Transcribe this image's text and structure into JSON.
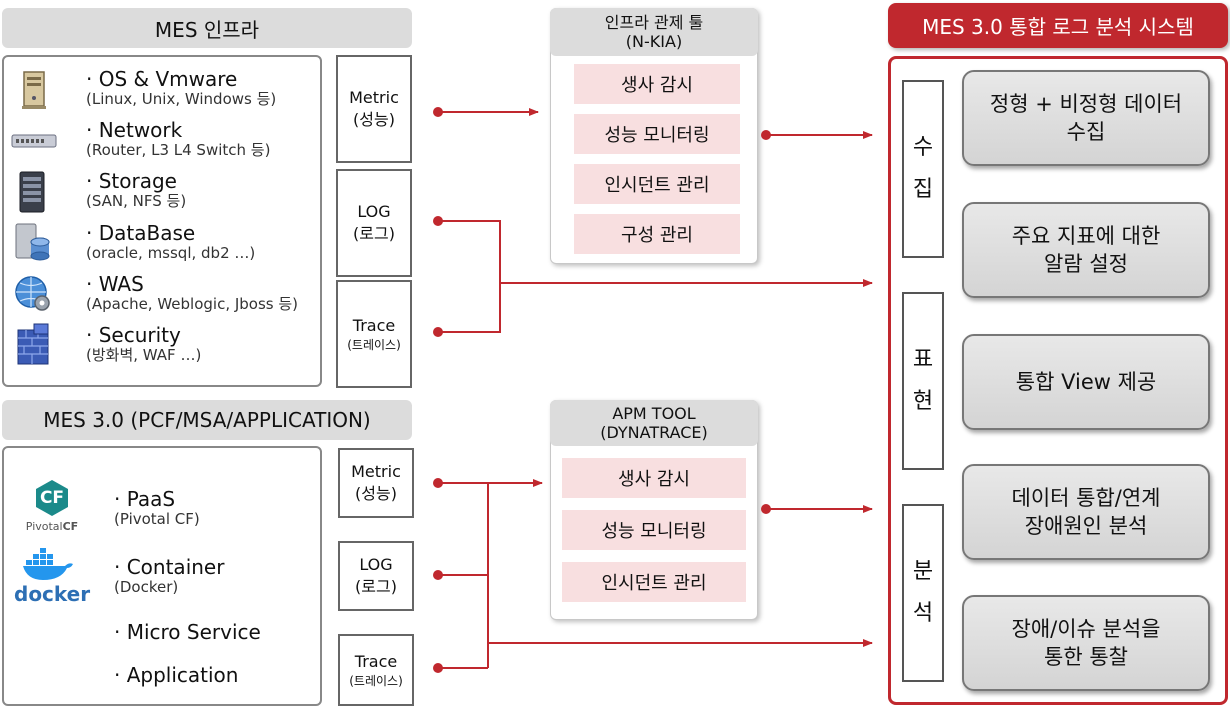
{
  "infra": {
    "title": "MES 인프라",
    "items": [
      {
        "title": "· OS & Vmware",
        "desc": "(Linux, Unix, Windows 등)",
        "icon": "server-icon"
      },
      {
        "title": "· Network",
        "desc": "(Router, L3 L4 Switch 등)",
        "icon": "network-switch-icon"
      },
      {
        "title": "· Storage",
        "desc": "(SAN, NFS 등)",
        "icon": "storage-icon"
      },
      {
        "title": "· DataBase",
        "desc": "(oracle, mssql, db2 …)",
        "icon": "database-icon"
      },
      {
        "title": "· WAS",
        "desc": "(Apache, Weblogic, Jboss 등)",
        "icon": "globe-gear-icon"
      },
      {
        "title": "· Security",
        "desc": "(방화벽, WAF …)",
        "icon": "firewall-icon"
      }
    ],
    "signals": {
      "metric": {
        "label": "Metric",
        "sub": "(성능)"
      },
      "log": {
        "label": "LOG",
        "sub": "(로그)"
      },
      "trace": {
        "label": "Trace",
        "sub": "(트레이스)"
      }
    }
  },
  "app": {
    "title": "MES 3.0 (PCF/MSA/APPLICATION)",
    "logos": {
      "cf_mark": "CF",
      "cf_name": "Pivotal",
      "cf_name_bold": "CF",
      "docker": "docker"
    },
    "items": [
      {
        "title": "· PaaS",
        "desc": "(Pivotal CF)"
      },
      {
        "title": "· Container",
        "desc": "(Docker)"
      },
      {
        "title": "· Micro Service",
        "desc": ""
      },
      {
        "title": "· Application",
        "desc": ""
      }
    ],
    "signals": {
      "metric": {
        "label": "Metric",
        "sub": "(성능)"
      },
      "log": {
        "label": "LOG",
        "sub": "(로그)"
      },
      "trace": {
        "label": "Trace",
        "sub": "(트레이스)"
      }
    }
  },
  "tool1": {
    "title_line1": "인프라  관제 툴",
    "title_line2": "(N-KIA)",
    "items": [
      "생사 감시",
      "성능 모니터링",
      "인시던트 관리",
      "구성 관리"
    ]
  },
  "tool2": {
    "title_line1": "APM TOOL",
    "title_line2": "(DYNATRACE)",
    "items": [
      "생사 감시",
      "성능 모니터링",
      "인시던트 관리"
    ]
  },
  "system": {
    "title": "MES 3.0 통합 로그 분석 시스템",
    "categories": [
      {
        "chars": [
          "수",
          "집"
        ]
      },
      {
        "chars": [
          "표",
          "현"
        ]
      },
      {
        "chars": [
          "분",
          "석"
        ]
      }
    ],
    "features": [
      {
        "line1": "정형 + 비정형 데이터",
        "line2": "수집"
      },
      {
        "line1": "주요 지표에 대한",
        "line2": "알람 설정"
      },
      {
        "line1": "통합 View 제공",
        "line2": ""
      },
      {
        "line1": "데이터 통합/연계",
        "line2": "장애원인 분석"
      },
      {
        "line1": "장애/이슈 분석을",
        "line2": "통한 통찰"
      }
    ]
  },
  "colors": {
    "accent": "#c0282e",
    "panel_gray": "#dcdcdc",
    "func_pink": "#f8dfe0"
  }
}
